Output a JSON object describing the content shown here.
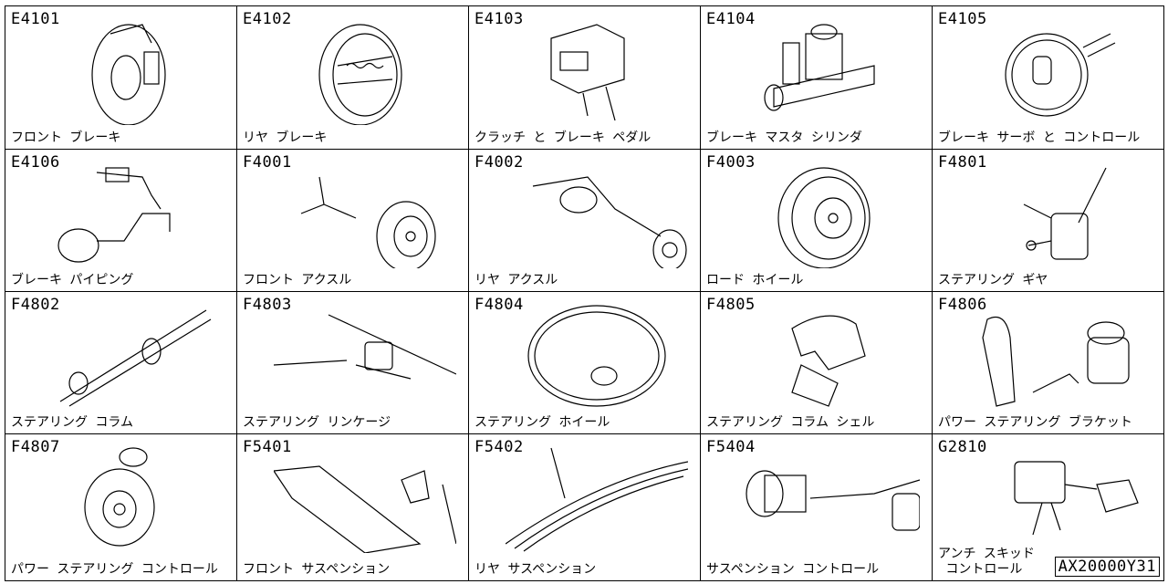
{
  "catalog": {
    "reference_code": "AX20000Y31",
    "cells": [
      {
        "code": "E4101",
        "label": "フロント ブレーキ",
        "icon": "front-brake-icon"
      },
      {
        "code": "E4102",
        "label": "リヤ ブレーキ",
        "icon": "rear-brake-drum-icon"
      },
      {
        "code": "E4103",
        "label": "クラッチ と ブレーキ ペダル",
        "icon": "pedal-bracket-icon"
      },
      {
        "code": "E4104",
        "label": "ブレーキ マスタ シリンダ",
        "icon": "master-cylinder-icon"
      },
      {
        "code": "E4105",
        "label": "ブレーキ サーボ と コントロール",
        "icon": "brake-servo-icon"
      },
      {
        "code": "E4106",
        "label": "ブレーキ パイピング",
        "icon": "brake-piping-icon"
      },
      {
        "code": "F4001",
        "label": "フロント アクスル",
        "icon": "front-axle-icon"
      },
      {
        "code": "F4002",
        "label": "リヤ アクスル",
        "icon": "rear-axle-icon"
      },
      {
        "code": "F4003",
        "label": "ロード ホイール",
        "icon": "road-wheel-icon"
      },
      {
        "code": "F4801",
        "label": "ステアリング ギヤ",
        "icon": "steering-gear-icon"
      },
      {
        "code": "F4802",
        "label": "ステアリング コラム",
        "icon": "steering-column-icon"
      },
      {
        "code": "F4803",
        "label": "ステアリング リンケージ",
        "icon": "steering-linkage-icon"
      },
      {
        "code": "F4804",
        "label": "ステアリング ホイール",
        "icon": "steering-wheel-icon"
      },
      {
        "code": "F4805",
        "label": "ステアリング コラム シェル",
        "icon": "column-shell-icon"
      },
      {
        "code": "F4806",
        "label": "パワー ステアリング ブラケット",
        "icon": "power-steering-bracket-icon"
      },
      {
        "code": "F4807",
        "label": "パワー ステアリング コントロール",
        "icon": "power-steering-pump-icon"
      },
      {
        "code": "F5401",
        "label": "フロント サスペンション",
        "icon": "front-suspension-icon"
      },
      {
        "code": "F5402",
        "label": "リヤ サスペンション",
        "icon": "leaf-spring-icon"
      },
      {
        "code": "F5404",
        "label": "サスペンション コントロール",
        "icon": "suspension-control-icon"
      },
      {
        "code": "G2810",
        "label": "アンチ スキッド\n コントロール",
        "icon": "anti-skid-unit-icon"
      }
    ]
  }
}
